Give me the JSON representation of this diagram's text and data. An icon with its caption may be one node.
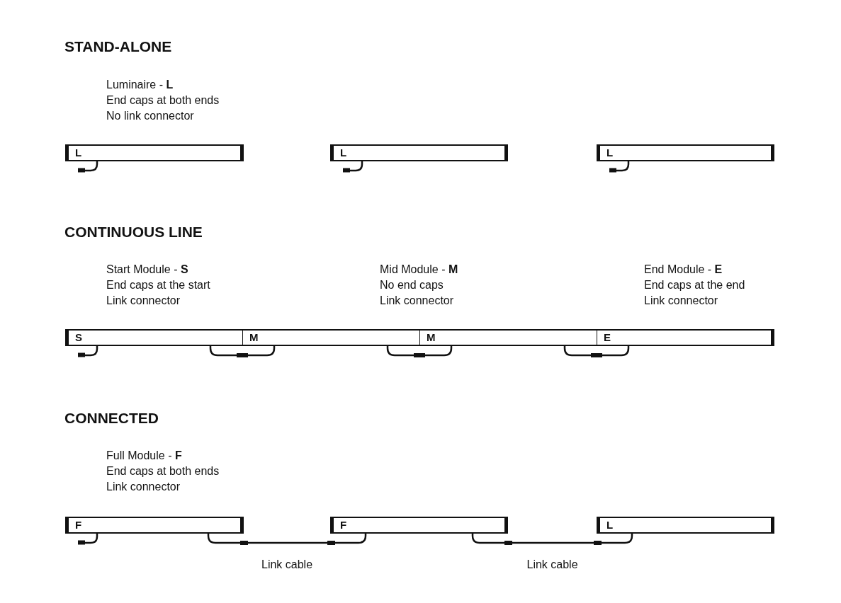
{
  "diagram": {
    "nodes": [
      {
        "text": [
          "L"
        ]
      },
      {
        "text": [
          "L"
        ]
      },
      {
        "text": [
          "L"
        ]
      },
      {
        "text": [
          "S"
        ]
      },
      {
        "text": [
          "M"
        ]
      },
      {
        "text": [
          "M"
        ]
      },
      {
        "text": [
          "E"
        ]
      },
      {
        "text": [
          "F"
        ]
      },
      {
        "text": [
          "F"
        ]
      },
      {
        "text": [
          "L"
        ]
      }
    ],
    "edges": [
      {
        "from": 3,
        "to": 4,
        "arrow": "none"
      },
      {
        "from": 4,
        "to": 5,
        "arrow": "none"
      },
      {
        "from": 5,
        "to": 6,
        "arrow": "none"
      },
      {
        "from": 7,
        "to": 8,
        "arrow": "none",
        "label": "Link cable"
      },
      {
        "from": 8,
        "to": 9,
        "arrow": "none",
        "label": "Link cable"
      }
    ],
    "labels": [
      "STAND-ALONE",
      "Luminaire - **L**",
      "End caps at both ends",
      "No link connector",
      "CONTINUOUS LINE",
      "Start Module - **S**",
      "End caps at the start",
      "Link connector",
      "Mid Module - **M**",
      "No end caps",
      "Link connector",
      "End Module - **E**",
      "End caps at the end",
      "Link connector",
      "CONNECTED",
      "Full Module - **F**",
      "End caps at both ends",
      "Link connector"
    ]
  }
}
